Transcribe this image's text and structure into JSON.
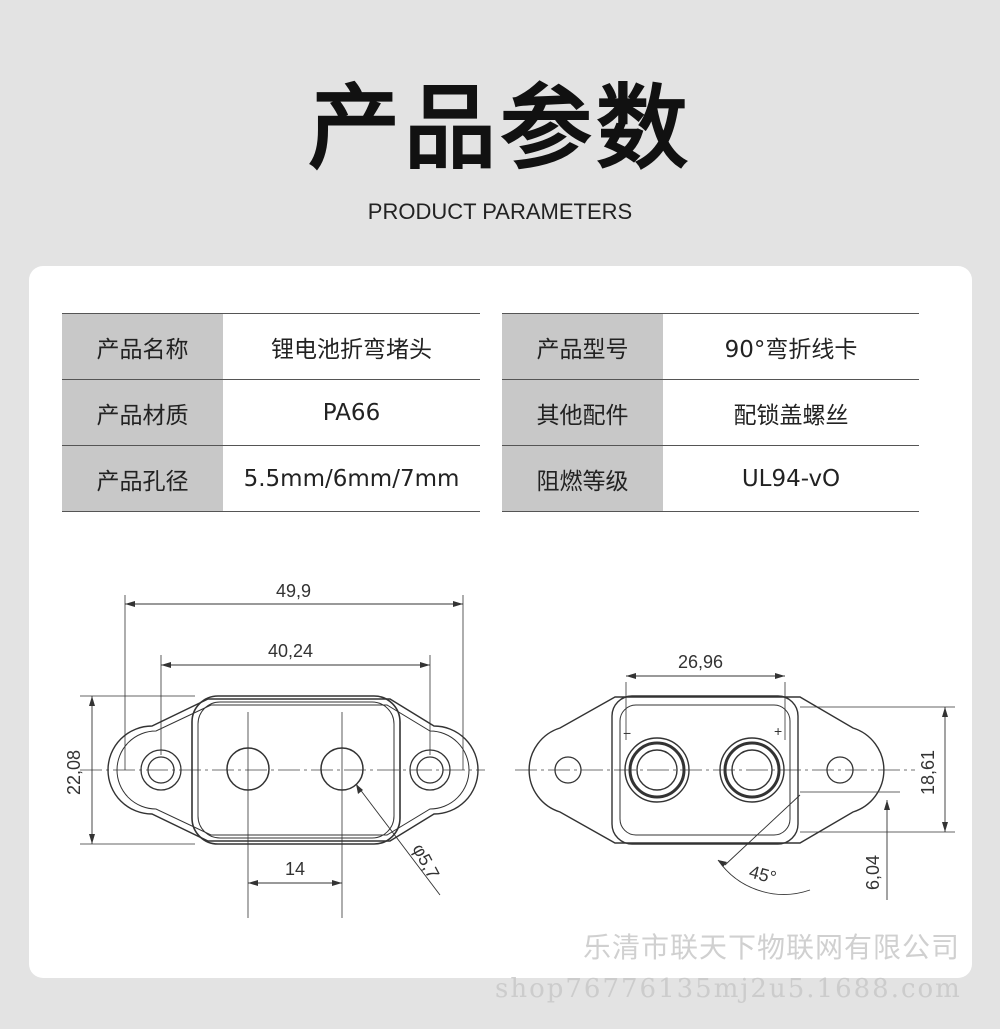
{
  "header": {
    "title_cn": "产品参数",
    "title_en": "PRODUCT PARAMETERS"
  },
  "params_left": [
    {
      "key": "产品名称",
      "value": "锂电池折弯堵头"
    },
    {
      "key": "产品材质",
      "value": "PA66"
    },
    {
      "key": "产品孔径",
      "value": "5.5mm/6mm/7mm"
    }
  ],
  "params_right": [
    {
      "key": "产品型号",
      "value": "90°弯折线卡"
    },
    {
      "key": "其他配件",
      "value": "配锁盖螺丝"
    },
    {
      "key": "阻燃等级",
      "value": "UL94-vO"
    }
  ],
  "drawing_left": {
    "overall_width": "49,9",
    "hole_spacing_outer": "40,24",
    "height": "22,08",
    "hole_pitch": "14",
    "hole_diameter": "φ5,7"
  },
  "drawing_right": {
    "width": "26,96",
    "height": "18,61",
    "angle": "45°",
    "offset": "6,04",
    "minus_sign": "−",
    "plus_sign": "+"
  },
  "watermark": {
    "company": "乐清市联天下物联网有限公司",
    "url": "shop76776135mj2u5.1688.com"
  },
  "colors": {
    "background": "#e3e3e3",
    "card": "#ffffff",
    "key_cell": "#c8c8c8",
    "line": "#333333"
  }
}
